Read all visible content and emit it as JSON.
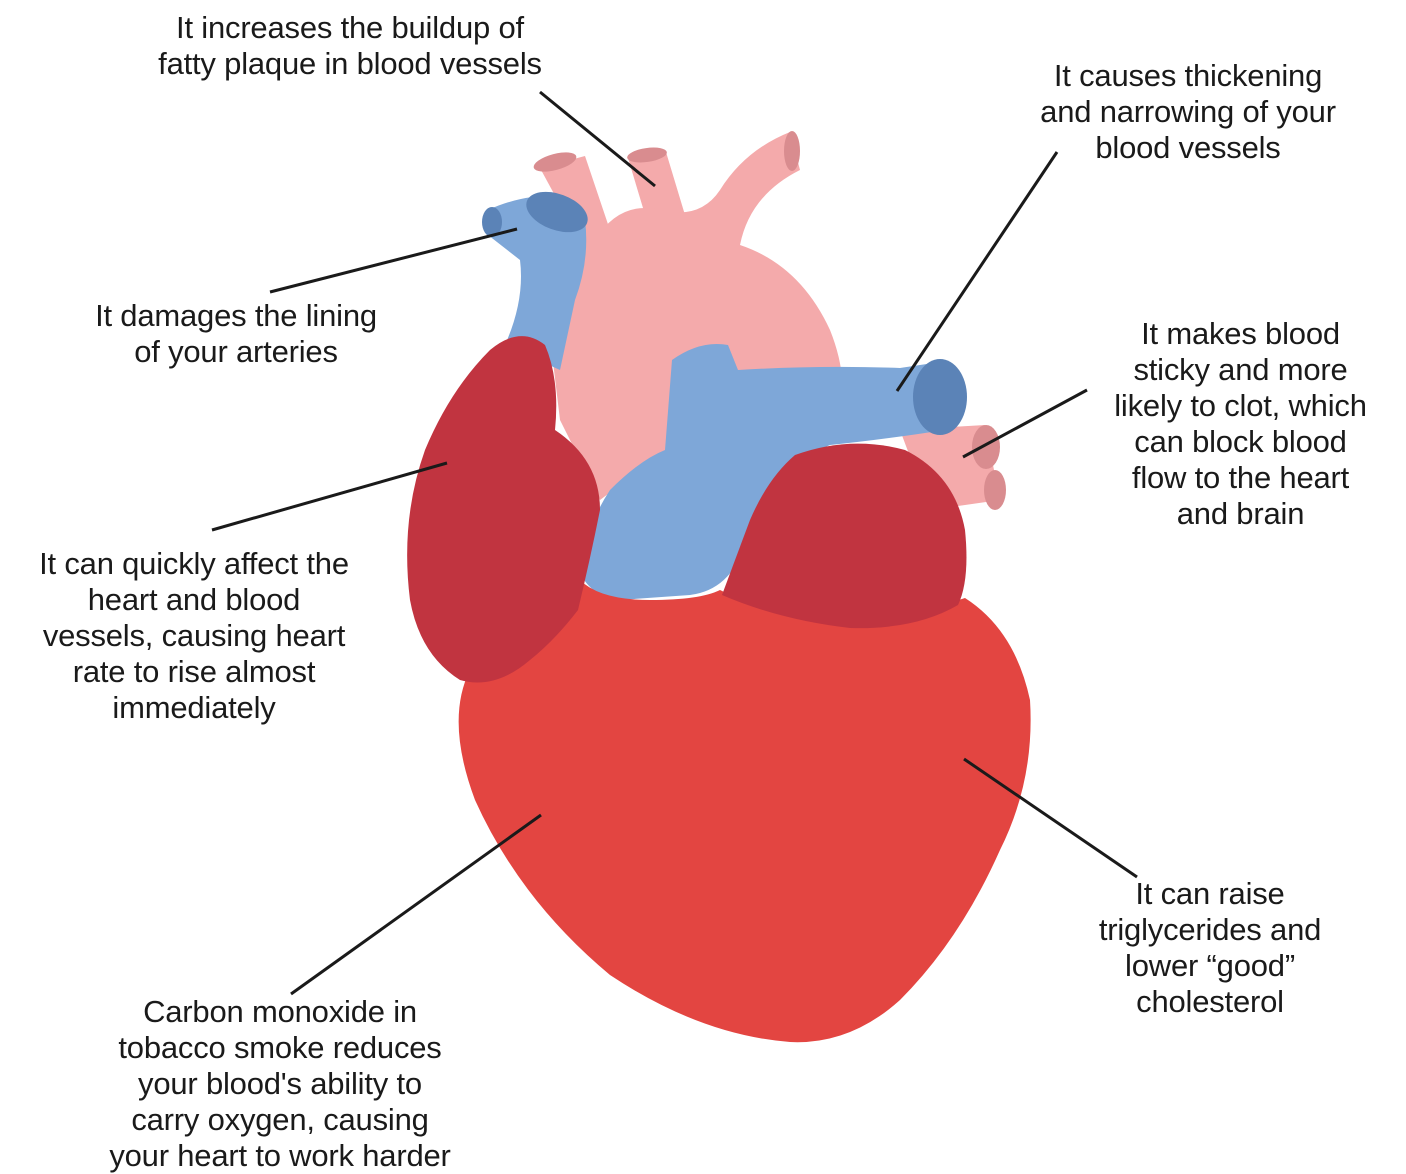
{
  "labels": {
    "plaque": [
      "It increases the buildup of",
      "fatty plaque in blood vessels"
    ],
    "narrowing": [
      "It causes thickening",
      "and narrowing of your",
      "blood vessels"
    ],
    "lining": [
      "It damages the lining",
      "of your arteries"
    ],
    "sticky": [
      "It makes blood",
      "sticky and more",
      "likely to clot, which",
      "can block blood",
      "flow to the heart",
      "and brain"
    ],
    "heart_rate": [
      "It can quickly affect the",
      "heart and blood",
      "vessels, causing heart",
      "rate to rise almost",
      "immediately"
    ],
    "triglycerides": [
      "It can raise",
      "triglycerides and",
      "lower “good”",
      "cholesterol"
    ],
    "carbon_monoxide": [
      "Carbon monoxide in",
      "tobacco smoke reduces",
      "your blood's ability to",
      "carry oxygen, causing",
      "your heart to work harder"
    ]
  },
  "colors": {
    "ventricle": "#e34541",
    "atrium": "#c13440",
    "artery_pink": "#f4aaab",
    "artery_pink_inner": "#d98c8f",
    "vein_blue": "#7ea7d8",
    "vein_blue_inner": "#5b83b7",
    "leader_line": "#1a1a1a"
  }
}
